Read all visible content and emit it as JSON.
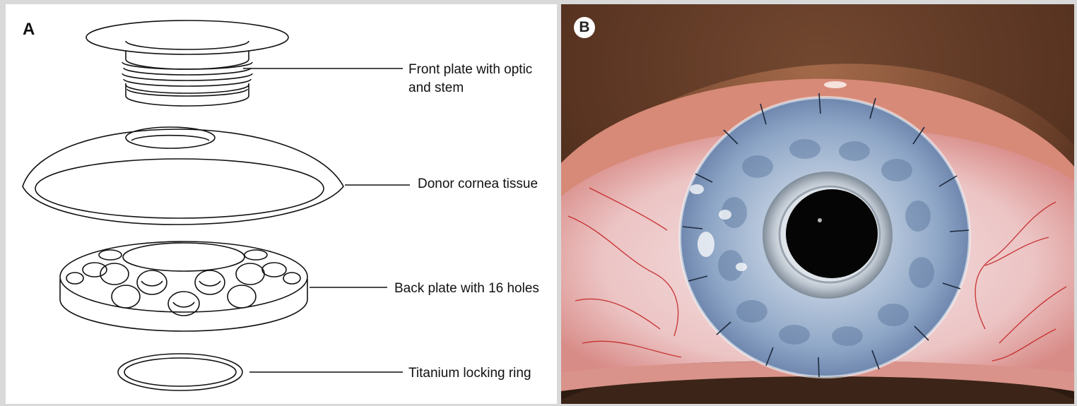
{
  "panel_a": {
    "letter": "A",
    "labels": {
      "front_plate": "Front plate with optic\nand stem",
      "donor_cornea": "Donor cornea tissue",
      "back_plate": "Back plate with 16 holes",
      "locking_ring": "Titanium locking ring"
    }
  },
  "panel_b": {
    "letter": "B"
  },
  "colors": {
    "background": "#d9d9d9",
    "sclera": "#f0d8d8",
    "vessels": "#c01818",
    "iris_blue": "#8fa6c7",
    "pupil": "#050505"
  }
}
